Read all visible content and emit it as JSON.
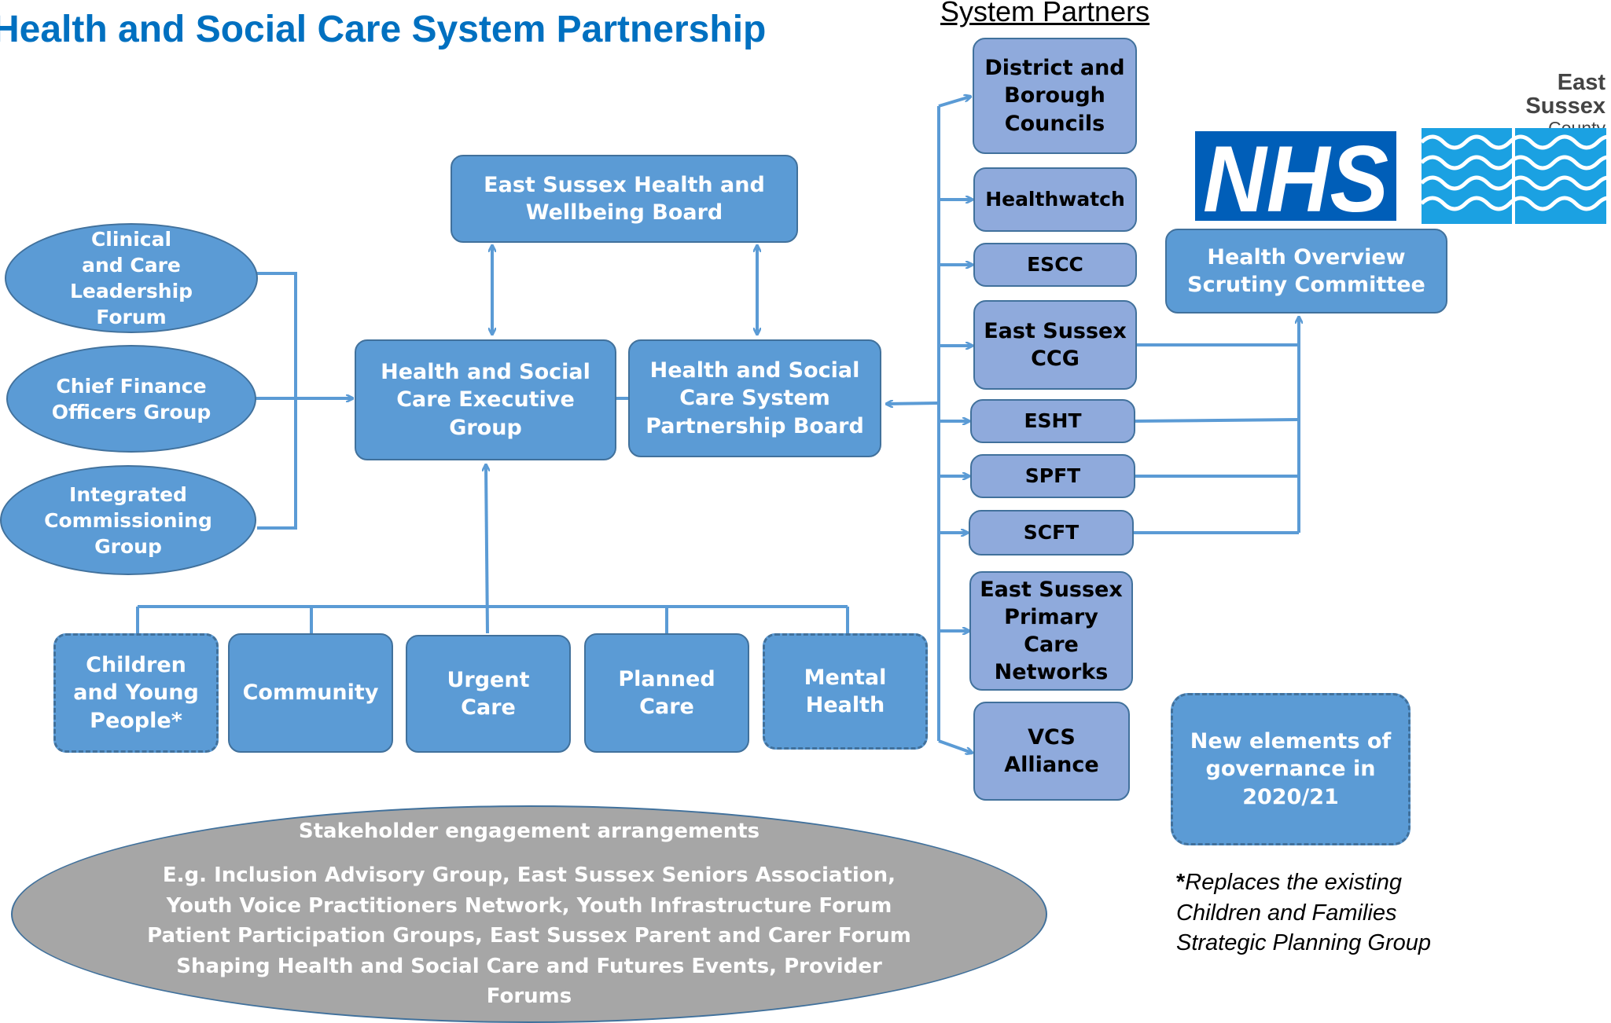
{
  "title": "Health and Social Care System Partnership",
  "partners_heading": "System Partners",
  "boards": {
    "hwb": "East Sussex Health and\nWellbeing Board",
    "exec": "Health and Social\nCare Executive\nGroup",
    "spb": "Health and Social\nCare System\nPartnership Board",
    "hosc": "Health Overview\nScrutiny Committee"
  },
  "forums": [
    {
      "label": "Clinical\nand Care\nLeadership\nForum"
    },
    {
      "label": "Chief Finance\nOfficers Group"
    },
    {
      "label": "Integrated\nCommissioning\nGroup"
    }
  ],
  "programmes": [
    {
      "label": "Children\nand Young\nPeople*",
      "new": true
    },
    {
      "label": "Community",
      "new": false
    },
    {
      "label": "Urgent\nCare",
      "new": false
    },
    {
      "label": "Planned\nCare",
      "new": false
    },
    {
      "label": "Mental\nHealth",
      "new": true
    }
  ],
  "partners": [
    {
      "label": "District and\nBorough\nCouncils"
    },
    {
      "label": "Healthwatch"
    },
    {
      "label": "ESCC"
    },
    {
      "label": "East Sussex\nCCG"
    },
    {
      "label": "ESHT"
    },
    {
      "label": "SPFT"
    },
    {
      "label": "SCFT"
    },
    {
      "label": "East Sussex\nPrimary\nCare\nNetworks"
    },
    {
      "label": "VCS\nAlliance"
    }
  ],
  "legend": {
    "new_elements": "New elements of\ngovernance in\n2020/21"
  },
  "stakeholder": {
    "heading": "Stakeholder engagement arrangements",
    "body": "E.g. Inclusion Advisory Group, East Sussex Seniors Association,\nYouth Voice Practitioners Network, Youth Infrastructure Forum\nPatient Participation Groups, East Sussex Parent and Carer Forum\nShaping Health and Social Care and Futures Events, Provider\nForums"
  },
  "footnote": {
    "marker": "*",
    "text": "Replaces the existing Children and Families  Strategic Planning Group"
  },
  "logos": {
    "nhs": "NHS",
    "escc_line1": "East Sussex",
    "escc_line2": "County Council",
    "nhs_color": "#005eb8",
    "escc_color": "#1ba1e2"
  },
  "colors": {
    "box_fill": "#5b9bd5",
    "partner_fill": "#8faadc",
    "stakeholder_fill": "#a6a6a6",
    "title": "#0070c0",
    "connector": "#5b9bd5"
  }
}
